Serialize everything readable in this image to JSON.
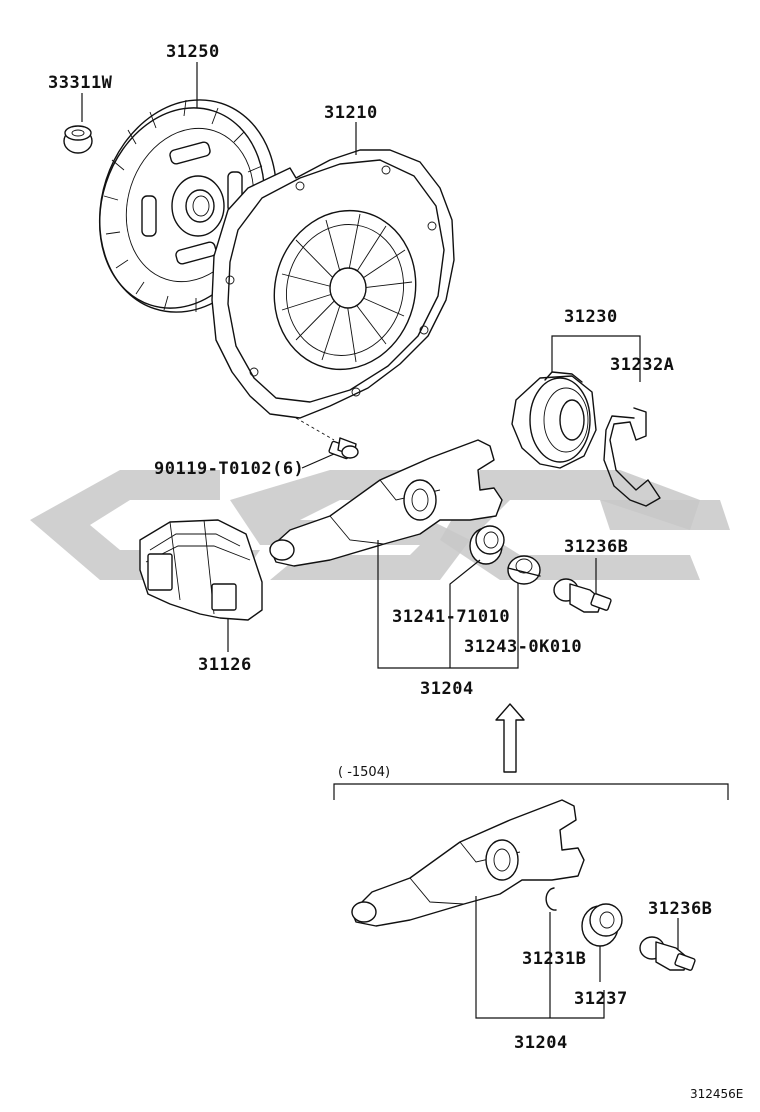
{
  "diagram_ref": "312456E",
  "range_note": "(      -1504)",
  "parts": {
    "pilot_bearing": "33311W",
    "clutch_disc": "31250",
    "clutch_cover": "31210",
    "cover_bolt": "90119-T0102(6)",
    "release_bearing_assy": "31230",
    "bearing_clip": "31232A",
    "fork_pivot_upper": "31236B",
    "boot": "31126",
    "fork_bushing_a": "31241-71010",
    "fork_bushing_b": "31243-0K010",
    "fork_assy_upper": "31204",
    "fork_pivot_lower": "31236B",
    "fork_snap_ring": "31231B",
    "fork_support": "31237",
    "fork_assy_lower": "31204"
  }
}
